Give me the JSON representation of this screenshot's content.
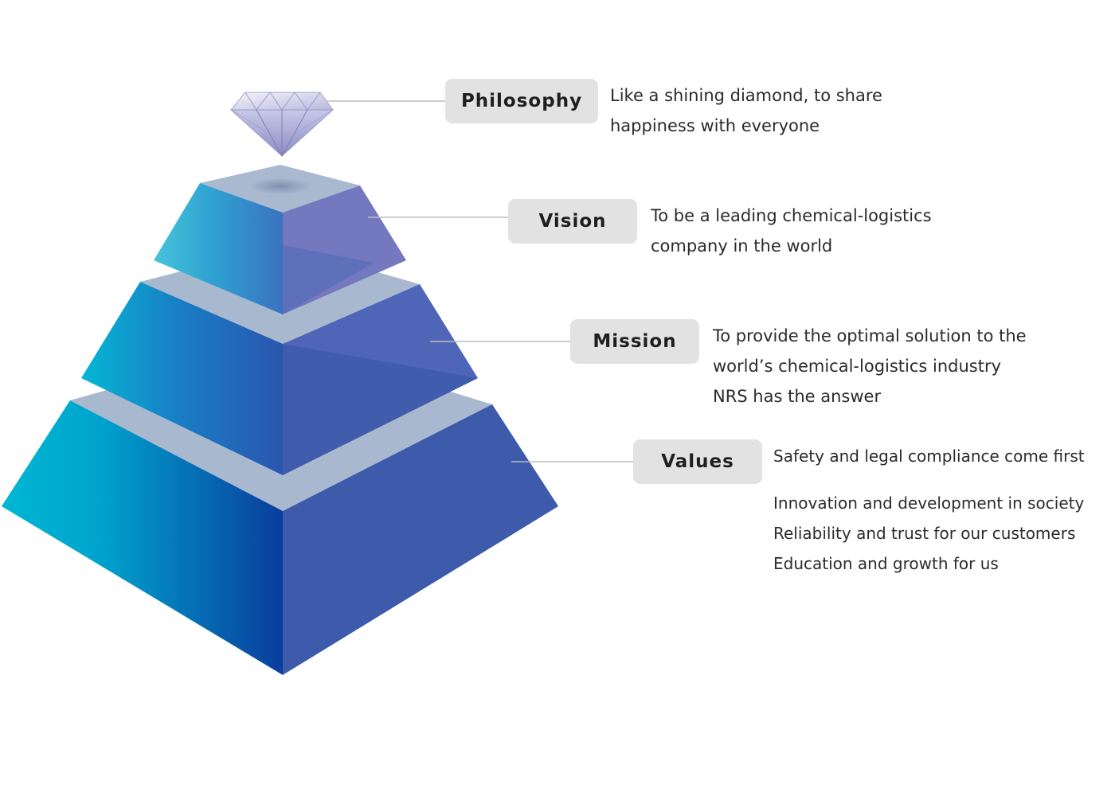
{
  "colors": {
    "cyan": "#00b4d0",
    "blue_dark": "#0a3fa0",
    "blue_mid": "#3e5aad",
    "periwinkle": "#7a7fc4",
    "step_gray": "#a7b8cf",
    "label_bg": "#e2e2e3"
  },
  "tiers": [
    {
      "label": "Philosophy",
      "icon": "diamond-icon",
      "lines": [
        "Like a shining diamond, to share",
        "happiness with everyone"
      ]
    },
    {
      "label": "Vision",
      "lines": [
        "To be a leading chemical-logistics",
        "company in the world"
      ]
    },
    {
      "label": "Mission",
      "lines": [
        "To provide the optimal solution to the",
        "world’s chemical-logistics industry",
        "NRS has the answer"
      ]
    },
    {
      "label": "Values",
      "lines": [
        "Safety and legal compliance come first",
        "Innovation and development in society",
        "Reliability and trust for our customers",
        "Education and growth for us"
      ]
    }
  ]
}
